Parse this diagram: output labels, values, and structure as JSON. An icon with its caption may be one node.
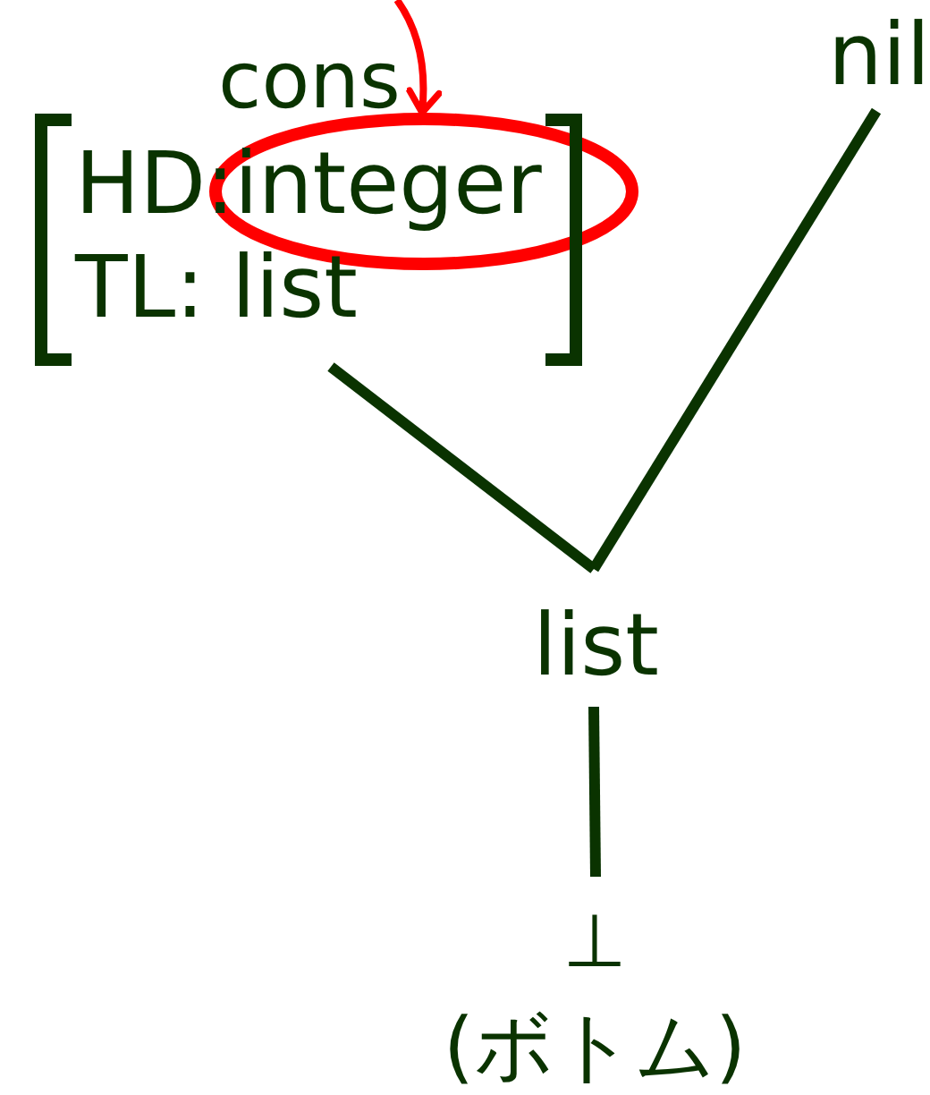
{
  "diagram": {
    "nodes": [
      {
        "text": [
          "cons",
          "HD:",
          "TL: list"
        ]
      },
      {
        "text": [
          "nil"
        ]
      },
      {
        "text": [
          "list"
        ]
      },
      {
        "text": [
          "⊥",
          "(ボトム)"
        ]
      },
      {
        "text": [
          "integer"
        ]
      }
    ],
    "edges": [
      {
        "from": 0,
        "to": 2,
        "arrow": "none"
      },
      {
        "from": 1,
        "to": 2,
        "arrow": "none"
      },
      {
        "from": 2,
        "to": 3,
        "arrow": "none"
      },
      {
        "from": null,
        "to": 4,
        "arrow": "to",
        "color": "#ff0000"
      }
    ]
  }
}
